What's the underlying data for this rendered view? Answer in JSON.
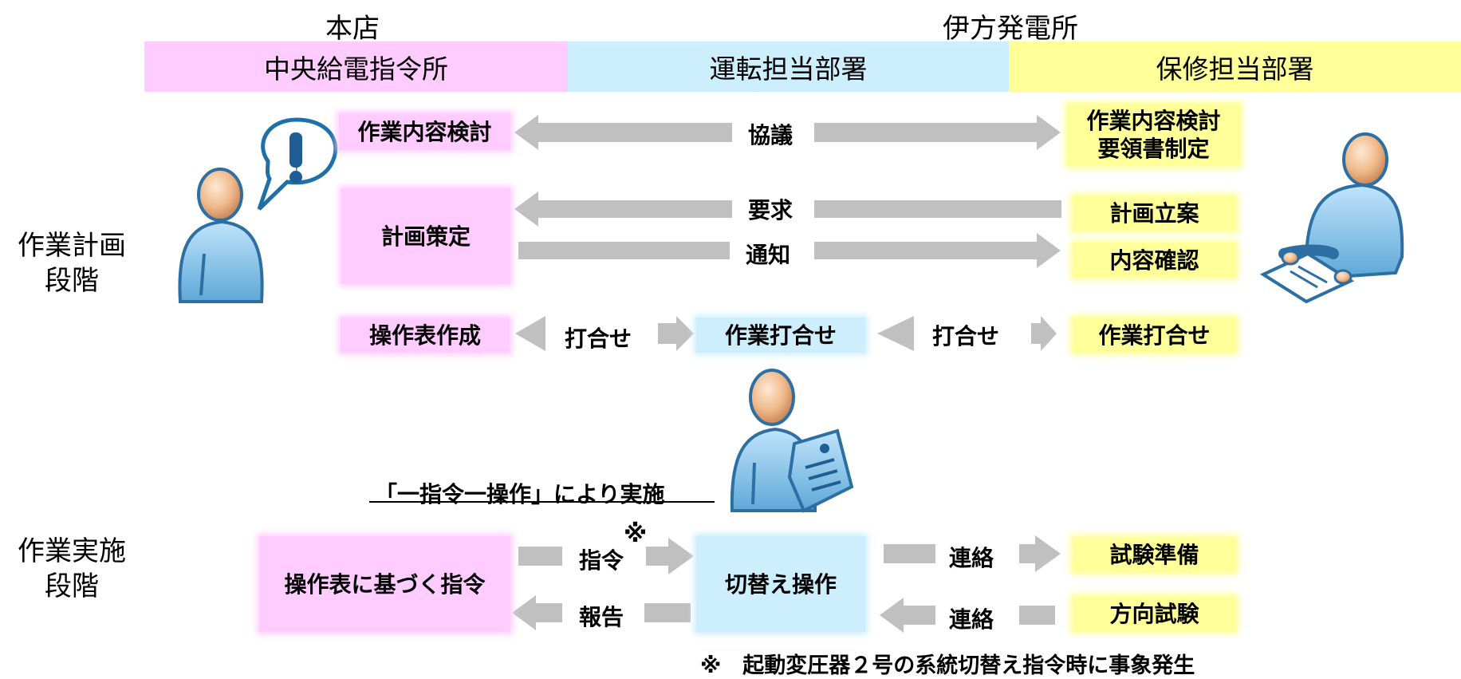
{
  "headers": {
    "honten": "本店",
    "ikata": "伊方発電所"
  },
  "bands": {
    "chuo": "中央給電指令所",
    "unten": "運転担当部署",
    "hoshu": "保修担当部署"
  },
  "stages": {
    "planning": "作業計画\n段階",
    "execution": "作業実施\n段階"
  },
  "boxes": {
    "sagyo_naiyo_kento": "作業内容検討",
    "keikaku_sakutei": "計画策定",
    "sosahyo_sakusei": "操作表作成",
    "sagyo_uchiawase_unten": "作業打合せ",
    "sagyo_naiyo_kento_yoryo": "作業内容検討\n要領書制定",
    "keikaku_ritsuan": "計画立案",
    "naiyo_kakunin": "内容確認",
    "sagyo_uchiawase_hoshu": "作業打合せ",
    "sosahyo_shirei": "操作表に基づく指令",
    "kirikae_sosa": "切替え操作",
    "shiken_junbi": "試験準備",
    "hoko_shiken": "方向試験"
  },
  "arrow_labels": {
    "kyogi": "協議",
    "yokyu": "要求",
    "tsuchi": "通知",
    "uchiawase_1": "打合せ",
    "uchiawase_2": "打合せ",
    "shirei": "指令",
    "shirei_mark": "※",
    "hokoku": "報告",
    "renraku_1": "連絡",
    "renraku_2": "連絡"
  },
  "caption": "「一指令一操作」により実施",
  "footnote": "※　起動変圧器２号の系統切替え指令時に事象発生",
  "colors": {
    "pink": "#ffccff",
    "blue": "#cdeefc",
    "yellow": "#ffff99",
    "arrow": "#c0c0c0"
  },
  "icons": [
    "person-alert-icon",
    "person-document-icon",
    "person-tag-icon"
  ]
}
